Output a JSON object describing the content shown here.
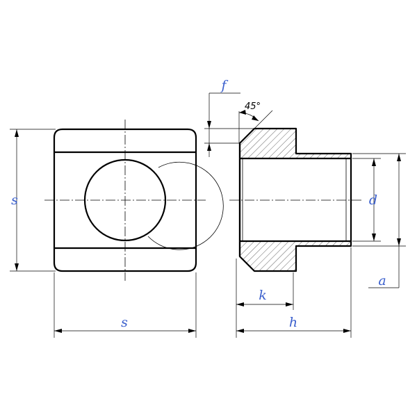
{
  "labels": {
    "s_vertical": "s",
    "s_horizontal": "s",
    "f": "f",
    "angle": "45°",
    "d": "d",
    "a": "a",
    "k": "k",
    "h": "h"
  },
  "colors": {
    "label": "#3a5fcd",
    "line": "#000000",
    "background": "#ffffff"
  }
}
